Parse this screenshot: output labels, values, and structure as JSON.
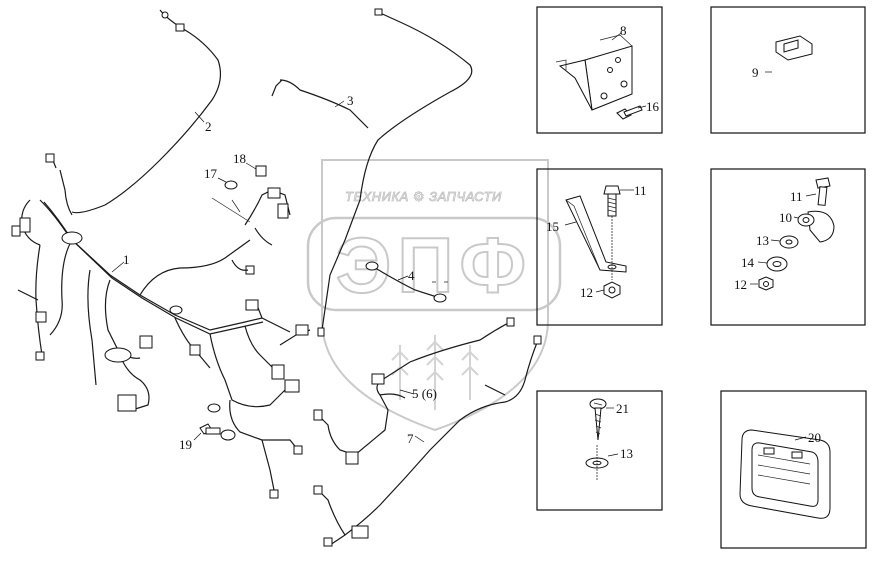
{
  "watermark": {
    "top_text": "ТЕХНИКА ⚙ ЗАПЧАСТИ",
    "logo_letters": "ЭПФ"
  },
  "callouts": {
    "c1": "1",
    "c2": "2",
    "c3": "3",
    "c4": "4",
    "c5": "5 (6)",
    "c7": "7",
    "c8": "8",
    "c9": "9",
    "c10": "10",
    "c11a": "11",
    "c11b": "11",
    "c12a": "12",
    "c12b": "12",
    "c13a": "13",
    "c13b": "13",
    "c14": "14",
    "c15": "15",
    "c16": "16",
    "c17": "17",
    "c18": "18",
    "c19": "19",
    "c20": "20",
    "c21": "21"
  }
}
